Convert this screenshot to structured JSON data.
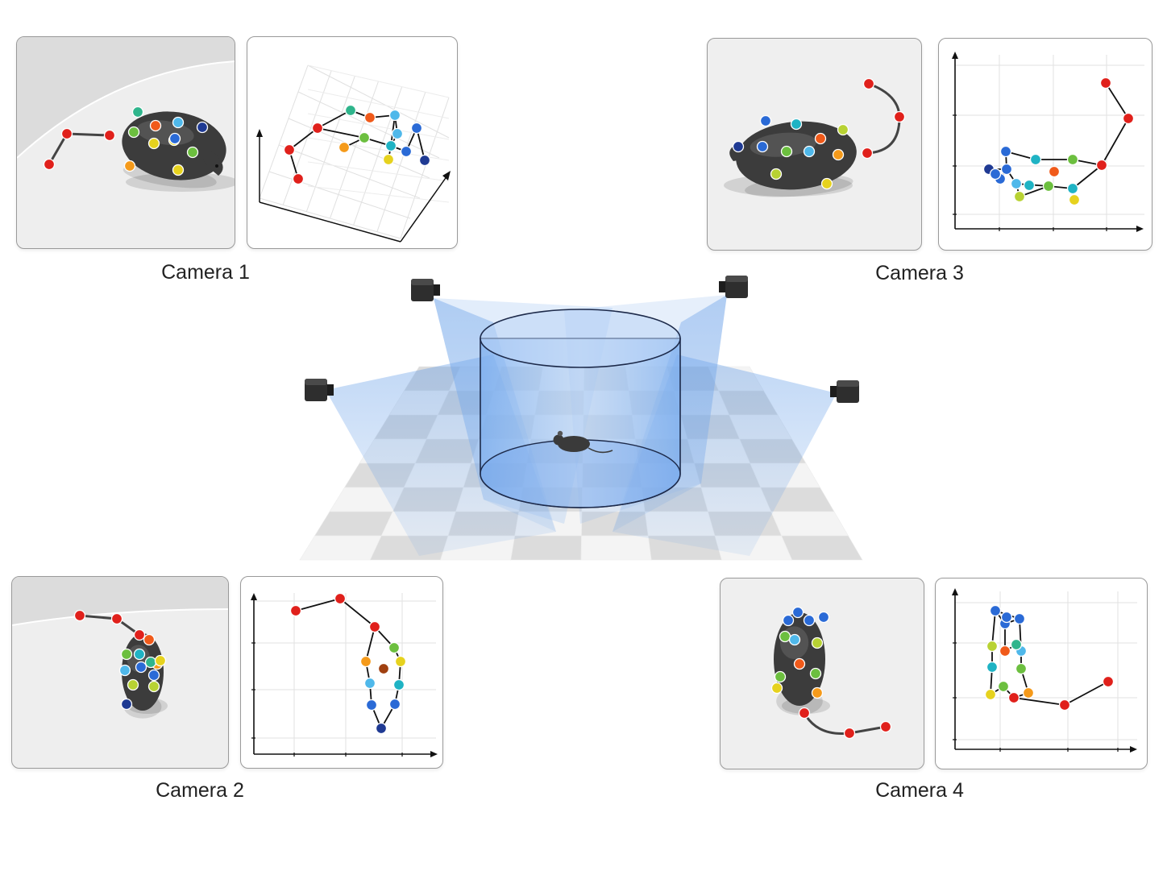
{
  "cameras": [
    {
      "label": "Camera 1"
    },
    {
      "label": "Camera 2"
    },
    {
      "label": "Camera 3"
    },
    {
      "label": "Camera 4"
    }
  ],
  "colors": {
    "red": "#e0201b",
    "orange_red": "#f05a1a",
    "orange": "#f59a1a",
    "yellow": "#e6d21e",
    "yellow_green": "#b8d233",
    "green": "#6cbf3f",
    "teal_green": "#2fb58c",
    "teal": "#1fb3c4",
    "light_blue": "#4fb8ea",
    "blue": "#2a6ad6",
    "dark_blue": "#1f3a93",
    "arena_blue": "#5a97e6",
    "mouse_body": "#3c3c3c",
    "skeleton_line": "#111111"
  },
  "icons": [
    "camera-icon",
    "mouse-icon",
    "arena-cylinder",
    "checkerboard-floor",
    "view-frustum"
  ]
}
